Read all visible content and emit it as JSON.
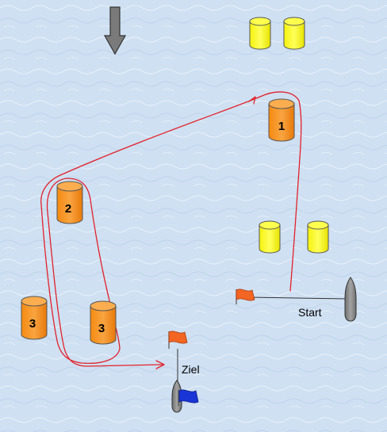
{
  "labels": {
    "start": "Start",
    "finish": "Ziel"
  },
  "marks": {
    "orange_1": "1",
    "orange_2": "2",
    "orange_3a": "3",
    "orange_3b": "3"
  },
  "icons": {
    "wind": "wind-direction-arrow-icon",
    "start_flag": "orange-flag-icon",
    "finish_flag_orange": "orange-flag-icon",
    "finish_flag_blue": "blue-flag-icon",
    "committee_boat": "boat-icon"
  },
  "colors": {
    "water": "#cfe0f2",
    "orange_mark": "#f7941d",
    "yellow_mark": "#ffff33",
    "course_line": "#e0222a",
    "flag_orange": "#f26522",
    "flag_blue": "#1a35d6",
    "boat": "#8a8a8a"
  }
}
